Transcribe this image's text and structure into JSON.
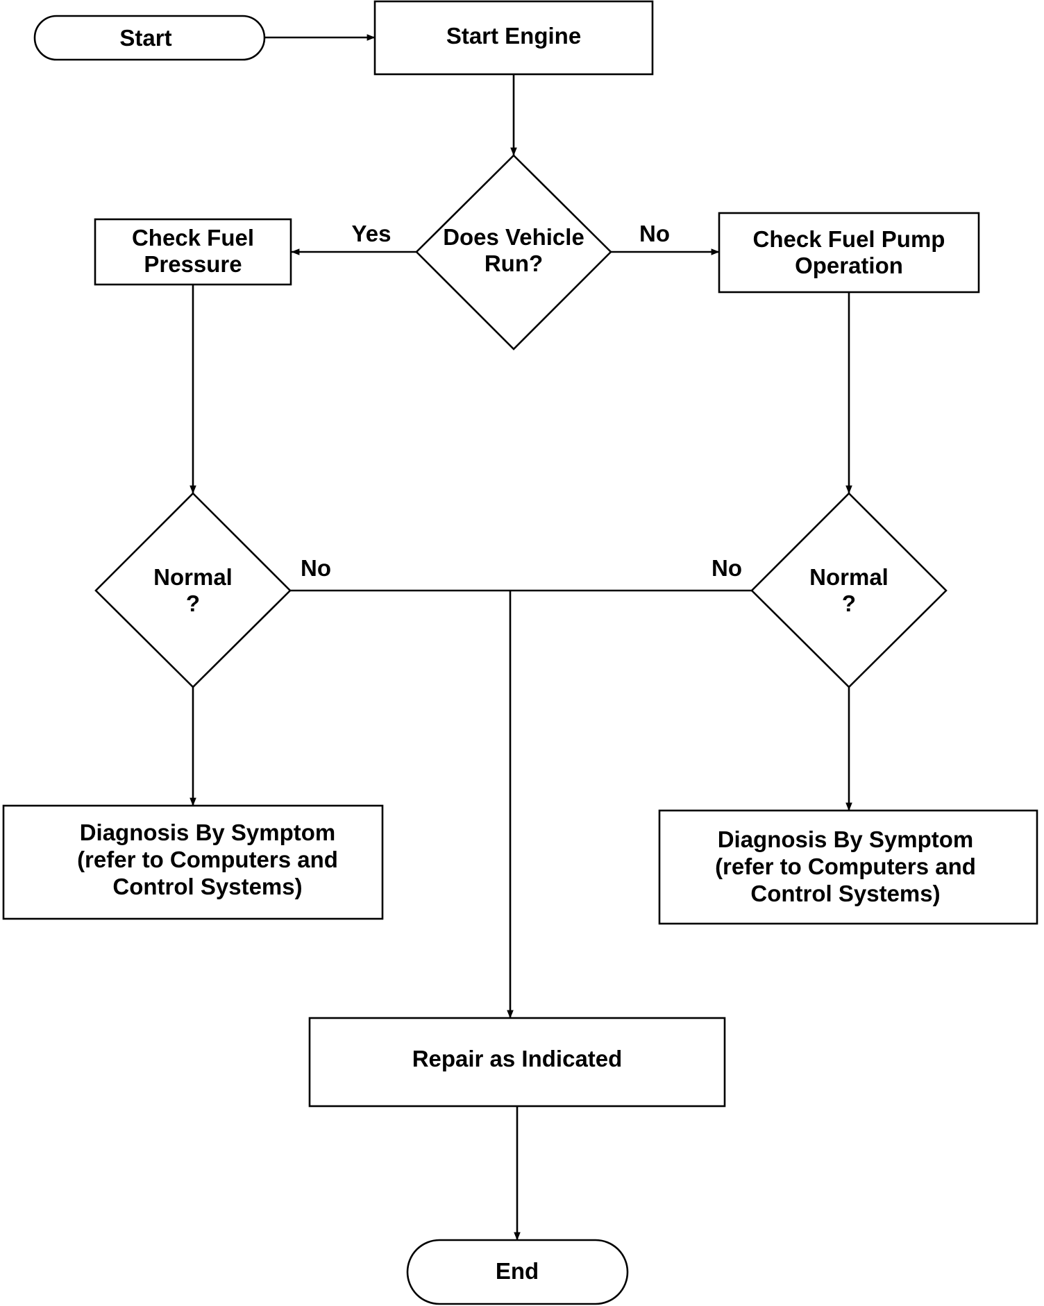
{
  "nodes": {
    "start": {
      "lines": [
        "Start"
      ]
    },
    "start_engine": {
      "lines": [
        "Start Engine"
      ]
    },
    "does_vehicle_run": {
      "lines": [
        "Does Vehicle",
        "Run?"
      ]
    },
    "check_fuel_pressure": {
      "lines": [
        "Check Fuel",
        "Pressure"
      ]
    },
    "check_fuel_pump": {
      "lines": [
        "Check Fuel Pump",
        "Operation"
      ]
    },
    "normal_left": {
      "lines": [
        "Normal",
        "?"
      ]
    },
    "normal_right": {
      "lines": [
        "Normal",
        "?"
      ]
    },
    "diagnosis_left": {
      "lines": [
        "Diagnosis By Symptom",
        "(refer to Computers and",
        "Control Systems)"
      ]
    },
    "diagnosis_right": {
      "lines": [
        "Diagnosis By Symptom",
        "(refer to Computers and",
        "Control Systems)"
      ]
    },
    "repair": {
      "lines": [
        "Repair as Indicated"
      ]
    },
    "end": {
      "lines": [
        "End"
      ]
    }
  },
  "edge_labels": {
    "yes": "Yes",
    "no_top": "No",
    "no_left": "No",
    "no_right": "No"
  }
}
